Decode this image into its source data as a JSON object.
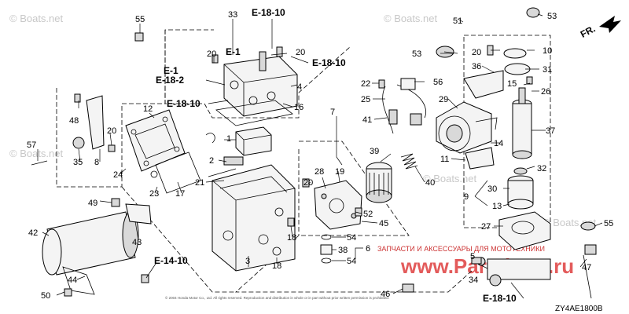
{
  "watermarks": {
    "boats_net": "© Boats.net",
    "boats_net_top": "© Boats.net",
    "boats_net_right": "© Boats.net",
    "boats_net_left": "© Boats.net",
    "boats_net_mid": "© Boats.net",
    "boats_net_br": "© Boats.net",
    "ru_line": "ЗАПЧАСТИ И АКСЕССУАРЫ ДЛЯ МОТОТЕХНИКИ",
    "ru_domain": "www.Partsboat.ru"
  },
  "direction_marker": "FR.",
  "diagram_code": "ZY4AE1800B",
  "copyright": "© 2004 Honda Motor Co., Ltd. All rights reserved. Reproduction and distribution in whole or in part without prior written permission is prohibited.",
  "labels": {
    "p55a": "55",
    "p33": "33",
    "e1810a": "E-18-10",
    "p51": "51",
    "p53a": "53",
    "fr": "FR.",
    "p20a": "20",
    "e1": "E-1",
    "p20b": "20",
    "e1810b": "E-18-10",
    "p53b": "53",
    "p20c": "20",
    "p10": "10",
    "e1b": "E-1",
    "e182": "E-18-2",
    "p4": "4",
    "p36": "36",
    "p31": "31",
    "p22": "22",
    "p56": "56",
    "p15": "15",
    "p26": "26",
    "p48": "48",
    "p12": "12",
    "e1810c": "E-18-10",
    "p16": "16",
    "p25": "25",
    "p29": "29",
    "p7": "7",
    "p37": "37",
    "p41": "41",
    "p20d": "20",
    "p1": "1",
    "p14": "14",
    "p57": "57",
    "p35": "35",
    "p8": "8",
    "p24": "24",
    "p2": "2",
    "p39": "39",
    "p11": "11",
    "p32": "32",
    "p40": "40",
    "p28": "28",
    "p19": "19",
    "p20e": "20",
    "p23": "23",
    "p17": "17",
    "p21": "21",
    "p30": "30",
    "p9": "9",
    "p49": "49",
    "p13": "13",
    "p52": "52",
    "p45": "45",
    "p27": "27",
    "p55b": "55",
    "p42": "42",
    "p43": "43",
    "p18a": "18",
    "p54a": "54",
    "p38": "38",
    "p6": "6",
    "p54b": "54",
    "p3": "3",
    "p18b": "18",
    "e1410": "E-14-10",
    "p5": "5",
    "p47": "47",
    "p34": "34",
    "p44": "44",
    "p50": "50",
    "p46": "46",
    "e1810d": "E-18-10"
  }
}
